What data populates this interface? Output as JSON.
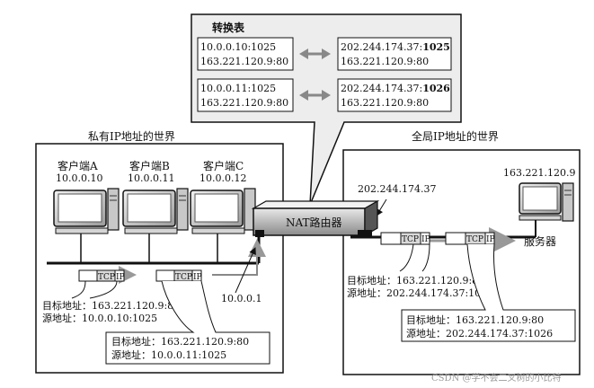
{
  "nat_table": {
    "title": "转换表",
    "rows": [
      {
        "private_top": "10.0.0.10:1025",
        "private_bottom": "163.221.120.9:80",
        "public_top_prefix": "202.244.174.37:",
        "public_top_port": "1025",
        "public_bottom": "163.221.120.9:80"
      },
      {
        "private_top": "10.0.0.11:1025",
        "private_bottom": "163.221.120.9:80",
        "public_top_prefix": "202.244.174.37:",
        "public_top_port": "1026",
        "public_bottom": "163.221.120.9:80"
      }
    ]
  },
  "private_world": {
    "title": "私有IP地址的世界",
    "clients": [
      {
        "name": "客户端A",
        "ip": "10.0.0.10"
      },
      {
        "name": "客户端B",
        "ip": "10.0.0.11"
      },
      {
        "name": "客户端C",
        "ip": "10.0.0.12"
      }
    ],
    "router_inside_ip": "10.0.0.1",
    "packet_label_tcp": "TCP",
    "packet_label_ip": "IP",
    "packet_a": {
      "dst": "目标地址：163.221.120.9:80",
      "src": "源地址：10.0.0.10:1025"
    },
    "packet_b": {
      "dst": "目标地址：163.221.120.9:80",
      "src": "源地址：10.0.0.11:1025"
    }
  },
  "router": {
    "label": "NAT路由器",
    "outside_ip": "202.244.174.37"
  },
  "global_world": {
    "title": "全局IP地址的世界",
    "server_ip": "163.221.120.9",
    "server_label": "服务器",
    "packet_1": {
      "dst": "目标地址：163.221.120.9:80",
      "src": "源地址：202.244.174.37:1025"
    },
    "packet_2": {
      "dst": "目标地址：163.221.120.9:80",
      "src": "源地址：202.244.174.37:1026"
    }
  },
  "watermark": "CSDN @学不会二叉树的小比特"
}
